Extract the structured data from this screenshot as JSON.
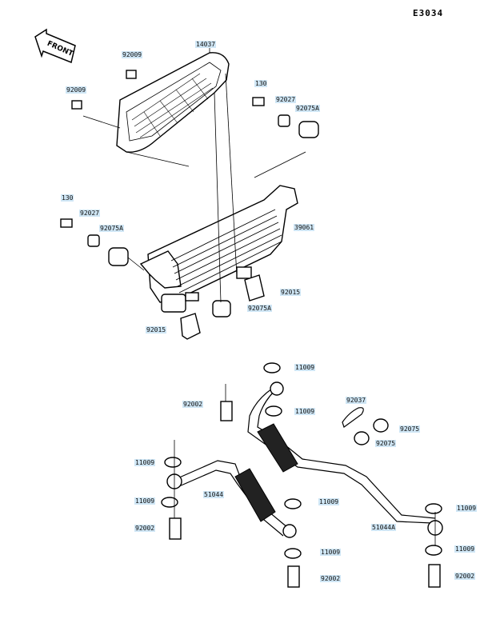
{
  "page_code": "E3034",
  "front_label": "FRONT",
  "labels": [
    {
      "id": "l-92009-top",
      "text": "92009"
    },
    {
      "id": "l-14037",
      "text": "14037"
    },
    {
      "id": "l-92009-left",
      "text": "92009"
    },
    {
      "id": "l-130-top",
      "text": "130"
    },
    {
      "id": "l-92027-top",
      "text": "92027"
    },
    {
      "id": "l-92075A-top",
      "text": "92075A"
    },
    {
      "id": "l-130-left",
      "text": "130"
    },
    {
      "id": "l-92027-left",
      "text": "92027"
    },
    {
      "id": "l-92075A-left",
      "text": "92075A"
    },
    {
      "id": "l-39061",
      "text": "39061"
    },
    {
      "id": "l-92015-right",
      "text": "92015"
    },
    {
      "id": "l-92075A-mid",
      "text": "92075A"
    },
    {
      "id": "l-92015-left",
      "text": "92015"
    },
    {
      "id": "l-11009-a",
      "text": "11009"
    },
    {
      "id": "l-92002-a",
      "text": "92002"
    },
    {
      "id": "l-11009-b",
      "text": "11009"
    },
    {
      "id": "l-92037",
      "text": "92037"
    },
    {
      "id": "l-92075-a",
      "text": "92075"
    },
    {
      "id": "l-92075-b",
      "text": "92075"
    },
    {
      "id": "l-11009-c",
      "text": "11009"
    },
    {
      "id": "l-51044",
      "text": "51044"
    },
    {
      "id": "l-11009-d",
      "text": "11009"
    },
    {
      "id": "l-11009-e",
      "text": "11009"
    },
    {
      "id": "l-92002-b",
      "text": "92002"
    },
    {
      "id": "l-51044A",
      "text": "51044A"
    },
    {
      "id": "l-11009-f",
      "text": "11009"
    },
    {
      "id": "l-11009-g",
      "text": "11009"
    },
    {
      "id": "l-11009-h",
      "text": "11009"
    },
    {
      "id": "l-92002-c",
      "text": "92002"
    },
    {
      "id": "l-92002-d",
      "text": "92002"
    }
  ]
}
